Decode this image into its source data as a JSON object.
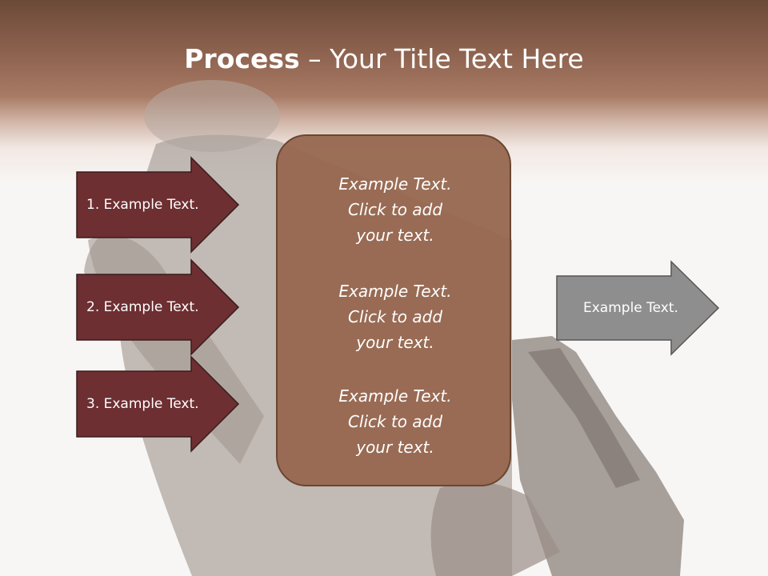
{
  "slide": {
    "title_bold": "Process",
    "title_rest": " – Your Title Text Here"
  },
  "left_arrows": [
    {
      "label": "1. Example Text."
    },
    {
      "label": "2. Example Text."
    },
    {
      "label": "3. Example Text."
    }
  ],
  "center_box": {
    "blocks": [
      {
        "lines": [
          "Example Text.",
          "Click  to add",
          "your text."
        ]
      },
      {
        "lines": [
          "Example Text.",
          "Click  to add",
          "your text."
        ]
      },
      {
        "lines": [
          "Example Text.",
          "Click  to add",
          "your text."
        ]
      }
    ]
  },
  "right_arrow": {
    "label": "Example Text."
  },
  "colors": {
    "header_brown": "#8f6450",
    "left_arrow_fill": "#6d2f32",
    "center_box_fill": "#976850",
    "right_arrow_fill": "#8e8e8e"
  }
}
